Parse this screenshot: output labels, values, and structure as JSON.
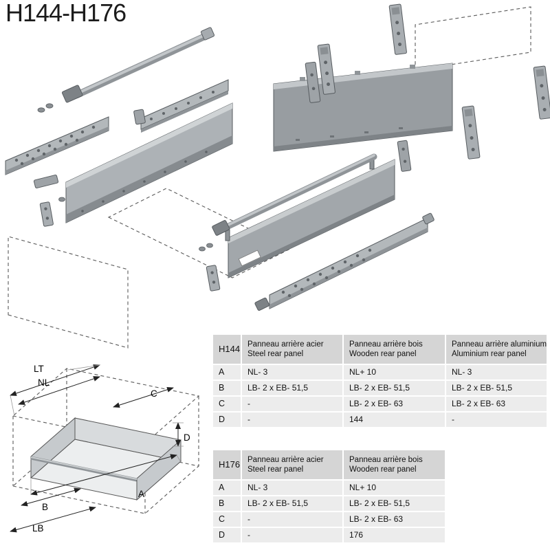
{
  "title": "H144-H176",
  "dims": {
    "lt": "LT",
    "nl": "NL",
    "c": "C",
    "d": "D",
    "a": "A",
    "b": "B",
    "lb": "LB"
  },
  "tables": {
    "h144": {
      "id_label": "H144",
      "cols": [
        {
          "fr": "Panneau arrière acier",
          "en": "Steel rear panel"
        },
        {
          "fr": "Panneau arrière bois",
          "en": "Wooden rear panel"
        },
        {
          "fr": "Panneau arrière aluminium",
          "en": "Aluminium rear panel"
        }
      ],
      "rows": [
        {
          "label": "A",
          "v": [
            "NL- 3",
            "NL+ 10",
            "NL- 3"
          ]
        },
        {
          "label": "B",
          "v": [
            "LB- 2 x EB- 51,5",
            "LB- 2 x EB- 51,5",
            "LB- 2 x EB- 51,5"
          ]
        },
        {
          "label": "C",
          "v": [
            "-",
            "LB- 2 x EB- 63",
            "LB- 2 x EB- 63"
          ]
        },
        {
          "label": "D",
          "v": [
            "-",
            "144",
            "-"
          ]
        }
      ]
    },
    "h176": {
      "id_label": "H176",
      "cols": [
        {
          "fr": "Panneau arrière acier",
          "en": "Steel rear panel"
        },
        {
          "fr": "Panneau arrière bois",
          "en": "Wooden rear panel"
        }
      ],
      "rows": [
        {
          "label": "A",
          "v": [
            "NL- 3",
            "NL+ 10"
          ]
        },
        {
          "label": "B",
          "v": [
            "LB- 2 x EB- 51,5",
            "LB- 2 x EB- 51,5"
          ]
        },
        {
          "label": "C",
          "v": [
            "-",
            "LB- 2 x EB- 63"
          ]
        },
        {
          "label": "D",
          "v": [
            "-",
            "176"
          ]
        }
      ]
    }
  }
}
